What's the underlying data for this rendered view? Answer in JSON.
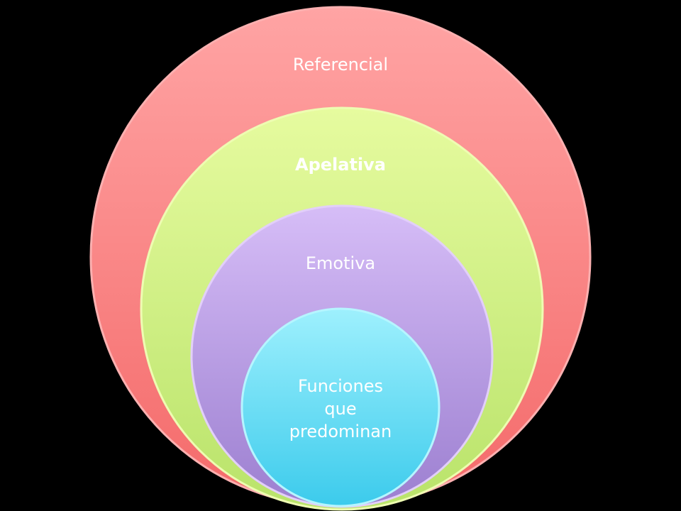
{
  "diagram": {
    "background": "#000000",
    "rings": [
      {
        "label": "Referencial",
        "color": "#f46a6a",
        "highlight": "#ffa4a4",
        "stroke": "#fbb0b0",
        "bold": false
      },
      {
        "label": "Apelativa",
        "color": "#b9e36a",
        "highlight": "#e6fb9f",
        "stroke": "#eefcb2",
        "bold": true
      },
      {
        "label": "Emotiva",
        "color": "#9c7fd0",
        "highlight": "#d6bdf7",
        "stroke": "#e2cff9",
        "bold": false
      },
      {
        "label_lines": [
          "Funciones",
          "que",
          "predominan"
        ],
        "color": "#3ccbec",
        "highlight": "#9ef0fd",
        "stroke": "#b6f5ff",
        "bold": false
      }
    ]
  }
}
